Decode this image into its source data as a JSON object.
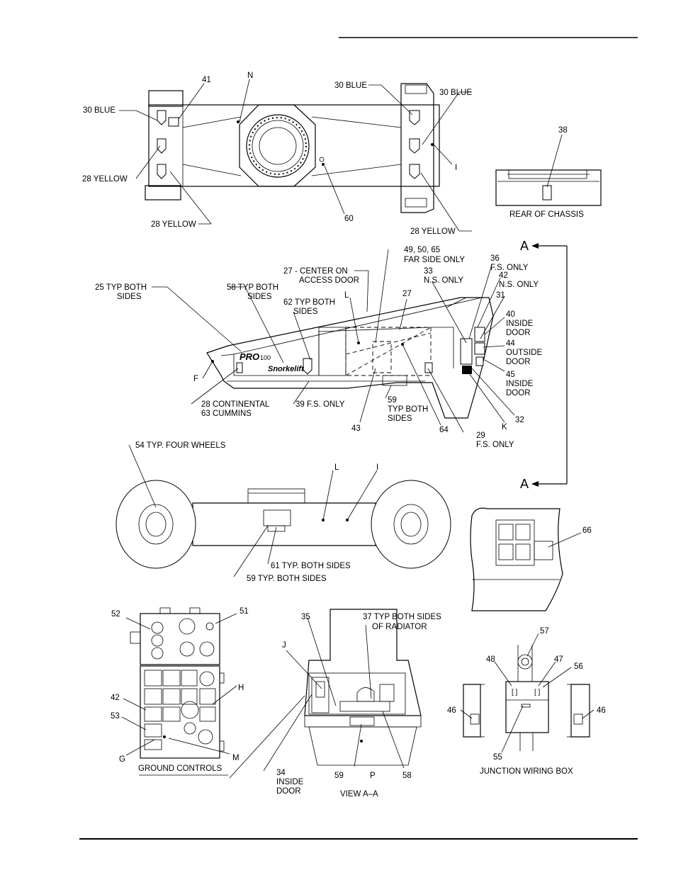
{
  "labels": {
    "n41": "41",
    "N": "N",
    "c30_blue_left": "30 BLUE",
    "c30_blue_top": "30 BLUE",
    "c30_blue_right": "30 BLUE",
    "c28_yellow_left": "28 YELLOW",
    "c28_yellow_bottom": "28 YELLOW",
    "c28_yellow_right": "28 YELLOW",
    "I_top": "I",
    "n60": "60",
    "n38": "38",
    "rear_of_chassis": "REAR OF CHASSIS",
    "A_top": "A",
    "A_bottom": "A",
    "n49_50_65": "49, 50, 65",
    "far_side_only": "FAR SIDE ONLY",
    "n27_center_1": "27 - CENTER ON",
    "n27_center_2": "ACCESS DOOR",
    "n33": "33",
    "ns_only_33": "N.S. ONLY",
    "n36": "36",
    "fs_only_36": "F.S. ONLY",
    "n42_top": "42",
    "ns_only_42": "N.S. ONLY",
    "n31": "31",
    "n40": "40",
    "inside_door_40a": "INSIDE",
    "inside_door_40b": "DOOR",
    "n44": "44",
    "outside_door_44a": "OUTSIDE",
    "outside_door_44b": "DOOR",
    "n45": "45",
    "inside_door_45a": "INSIDE",
    "inside_door_45b": "DOOR",
    "n25_a": "25 TYP BOTH",
    "n25_b": "SIDES",
    "n58_a": "58 TYP BOTH",
    "n58_b": "SIDES",
    "n62_a": "62 TYP BOTH",
    "n62_b": "SIDES",
    "L_mid": "L",
    "n27_mid": "27",
    "F": "F",
    "n28_cont_a": "28 CONTINENTAL",
    "n28_cont_b": "63 CUMMINS",
    "n39": "39 F.S. ONLY",
    "n59_a": "59",
    "n59_b": "TYP BOTH",
    "n59_c": "SIDES",
    "n43": "43",
    "n64": "64",
    "K": "K",
    "n32": "32",
    "n29_a": "29",
    "n29_b": "F.S. ONLY",
    "n54": "54 TYP. FOUR WHEELS",
    "L_low": "L",
    "I_low": "I",
    "n61": "61 TYP. BOTH SIDES",
    "n59_typ": "59 TYP. BOTH SIDES",
    "n66": "66",
    "n52": "52",
    "n51": "51",
    "H": "H",
    "n42_gc": "42",
    "n53": "53",
    "G": "G",
    "M": "M",
    "ground_controls": "GROUND CONTROLS",
    "n35": "35",
    "n37_a": "37 TYP BOTH SIDES",
    "n37_b": "OF RADIATOR",
    "J": "J",
    "n34_a": "34",
    "n34_b": "INSIDE",
    "n34_c": "DOOR",
    "n59_va": "59",
    "P": "P",
    "n58_va": "58",
    "view_a_a": "VIEW A–A",
    "n57": "57",
    "n48_a": "48",
    "n47": "47",
    "n56": "56",
    "n46_l": "46",
    "n46_r": "46",
    "n55": "55",
    "junction_wiring_box": "JUNCTION WIRING BOX",
    "brand_pro": "PRO",
    "brand_100": "100",
    "brand_snorkel": "Snorkelift"
  }
}
